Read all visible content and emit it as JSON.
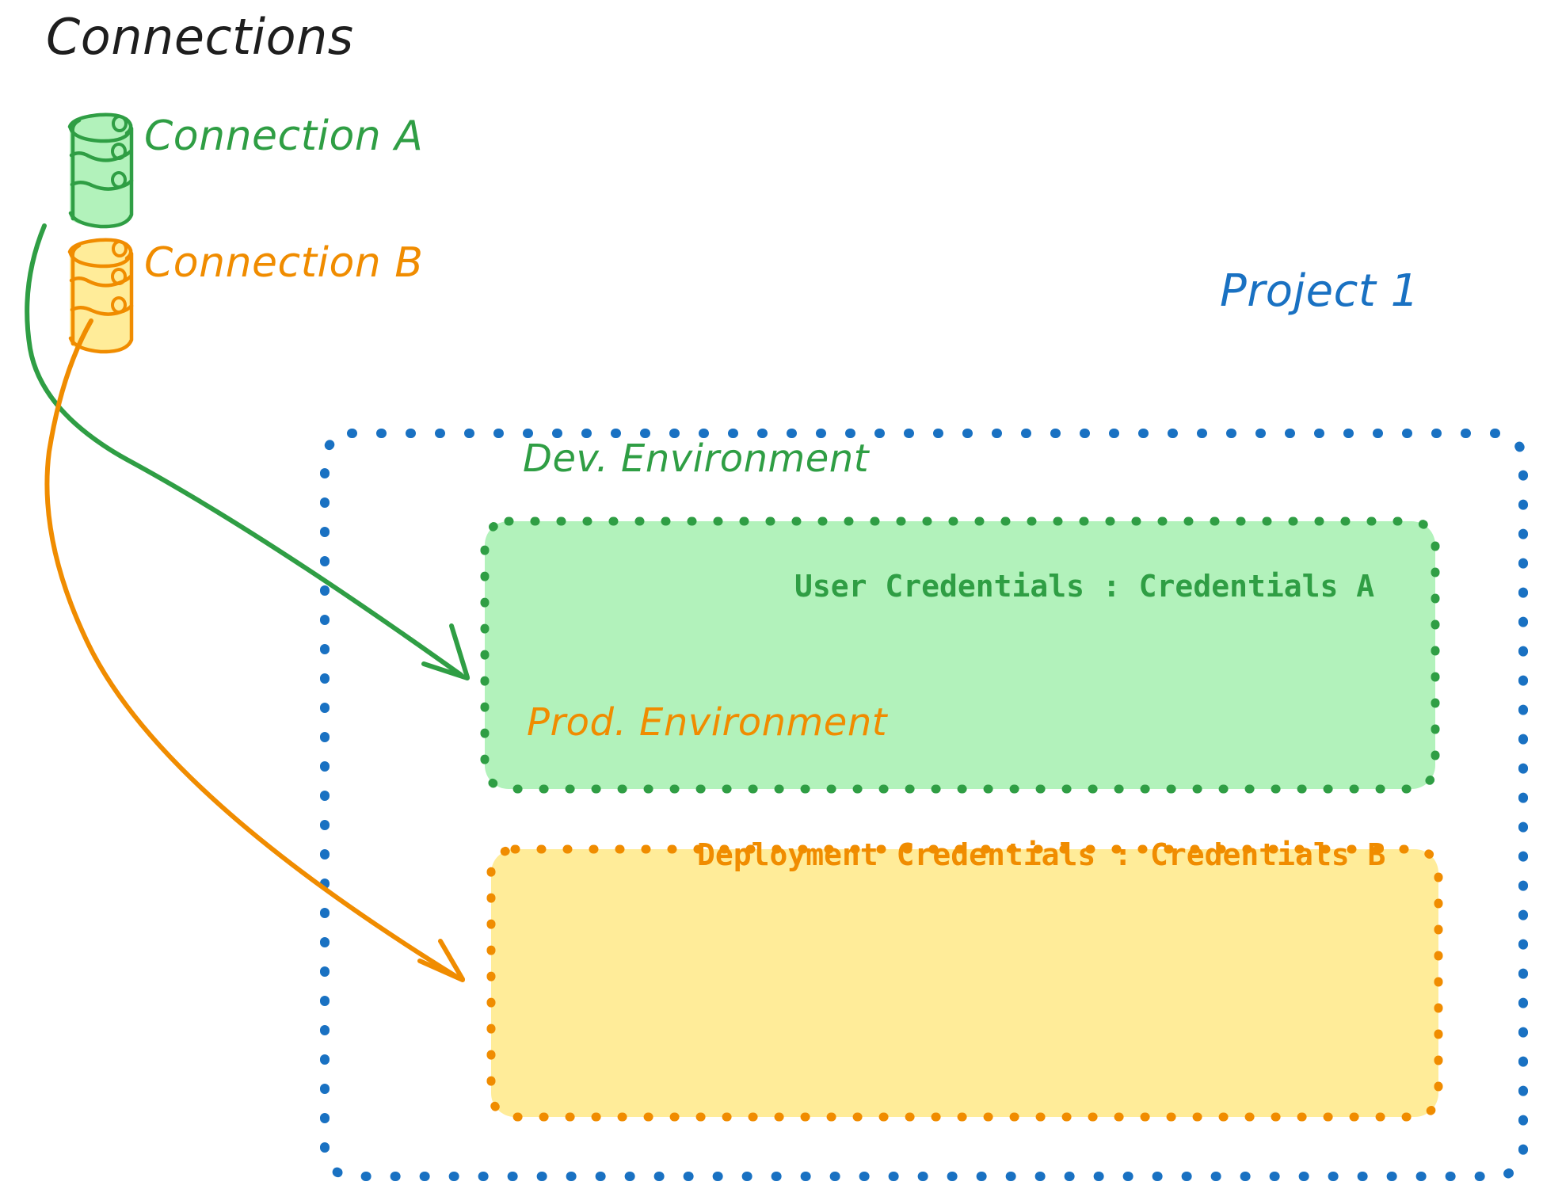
{
  "diagram": {
    "title": "Connections",
    "palette": {
      "green_stroke": "#2f9e44",
      "green_fill": "#b2f2bb",
      "orange_stroke": "#f08c00",
      "orange_fill": "#ffec99",
      "blue_stroke": "#1971c2",
      "ink": "#1e1e1e",
      "background": "#ffffff"
    },
    "connections": {
      "heading": "Connections",
      "items": [
        {
          "id": "connection-a",
          "label": "Connection A",
          "icon": "database-cylinder-icon",
          "color": "#2f9e44",
          "fill": "#b2f2bb"
        },
        {
          "id": "connection-b",
          "label": "Connection B",
          "icon": "database-cylinder-icon",
          "color": "#f08c00",
          "fill": "#ffec99"
        }
      ]
    },
    "project": {
      "label": "Project 1",
      "color": "#1971c2",
      "border_style": "dotted",
      "environments": [
        {
          "id": "dev-environment",
          "title": "Dev. Environment",
          "credential_label": "User Credentials : Credentials A",
          "color": "#2f9e44",
          "fill": "#b2f2bb"
        },
        {
          "id": "prod-environment",
          "title": "Prod. Environment",
          "credential_label": "Deployment Credentials : Credentials B",
          "color": "#f08c00",
          "fill": "#ffec99"
        }
      ]
    },
    "arrows": [
      {
        "id": "arrow-connection-a-to-dev",
        "from": "connection-a",
        "to": "dev-environment",
        "color": "#2f9e44"
      },
      {
        "id": "arrow-connection-b-to-prod",
        "from": "connection-b",
        "to": "prod-environment",
        "color": "#f08c00"
      }
    ]
  }
}
